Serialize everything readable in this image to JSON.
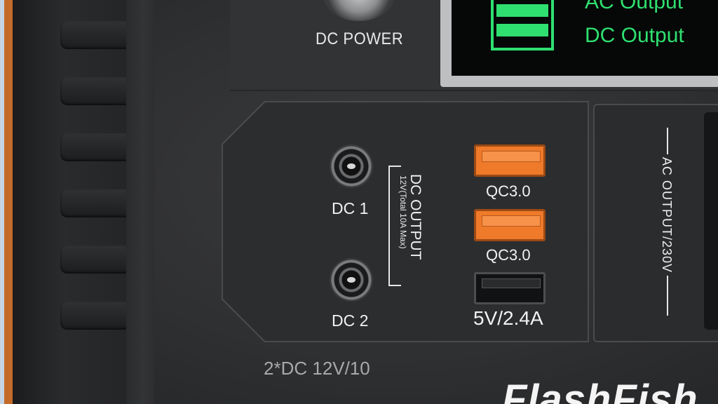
{
  "device": {
    "power_button_label": "DC POWER",
    "display": {
      "line_ac": "AC Output",
      "line_dc": "DC Output",
      "text_color": "#2fe070",
      "icon": "battery-icon"
    },
    "dc_ports": [
      {
        "label": "DC 1"
      },
      {
        "label": "DC 2"
      }
    ],
    "dc_output": {
      "title": "DC OUTPUT",
      "subtitle": "12V(Total 10A Max)"
    },
    "usb_ports": [
      {
        "label": "QC3.0",
        "color": "#ef7a2a"
      },
      {
        "label": "QC3.0",
        "color": "#ef7a2a"
      },
      {
        "label": "5V/2.4A",
        "color": "#111213"
      }
    ],
    "ac_output_label": "AC  OUTPUT/230V",
    "footer_spec": "2*DC 12V/10",
    "brand": "FlashFish"
  }
}
